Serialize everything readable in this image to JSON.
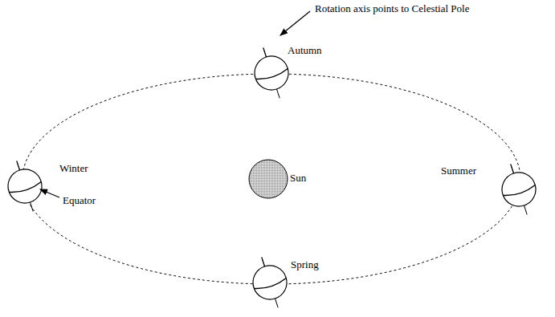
{
  "diagram": {
    "nodes": [
      {
        "text": [
          "Sun"
        ]
      }
    ],
    "labels": [
      "Rotation axis points to Celestial Pole",
      "Autumn",
      "Winter",
      "Equator",
      "Summer",
      "Spring"
    ]
  }
}
